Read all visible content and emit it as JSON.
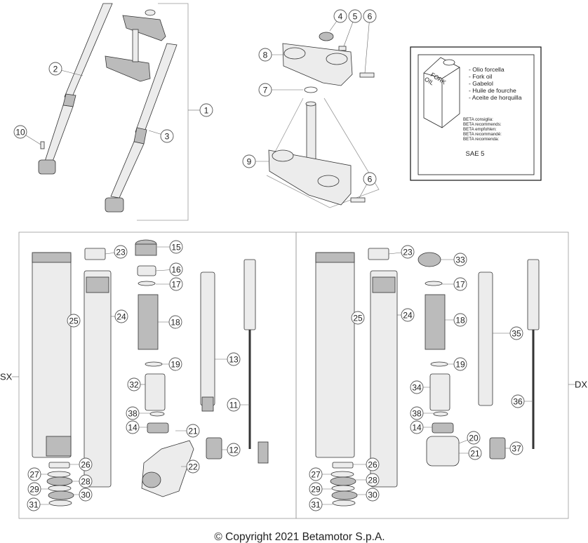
{
  "callouts": [
    "1",
    "2",
    "3",
    "4",
    "5",
    "6",
    "6",
    "7",
    "8",
    "9",
    "10",
    "23",
    "15",
    "16",
    "17",
    "18",
    "19",
    "32",
    "38",
    "14",
    "21",
    "22",
    "26",
    "27",
    "28",
    "29",
    "30",
    "31",
    "25",
    "24",
    "13",
    "11",
    "12",
    "23",
    "33",
    "17",
    "18",
    "19",
    "34",
    "38",
    "14",
    "20",
    "21",
    "26",
    "27",
    "28",
    "29",
    "30",
    "31",
    "25",
    "24",
    "35",
    "36",
    "37"
  ],
  "side_labels": {
    "left": "SX",
    "right": "DX"
  },
  "oil_box": {
    "can_text": [
      "FORK",
      "OIL"
    ],
    "lines": [
      "- Olio forcella",
      "- Fork oil",
      "- Gabelol",
      "- Huile de fourche",
      "- Aceite de horquilla"
    ],
    "recommends": [
      "BETA consiglia:",
      "BETA recommends:",
      "BETA empfohlen:",
      "BETA recommandé:",
      "BETA recomienda:"
    ],
    "grade": "SAE 5"
  },
  "copyright": "© Copyright 2021 Betamotor S.p.A."
}
